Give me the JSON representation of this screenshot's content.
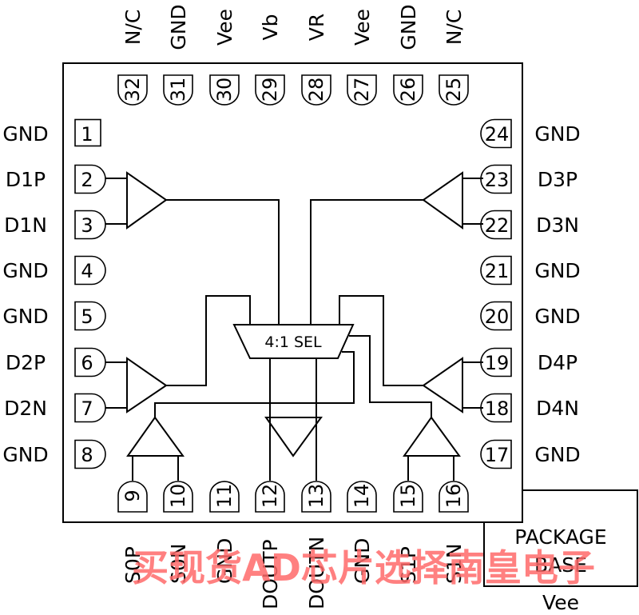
{
  "diagram": {
    "title": "32-pin 4:1 selector pin diagram",
    "mux_label": "4:1 SEL",
    "package_base": {
      "label_line1": "PACKAGE",
      "label_line2": "BASE",
      "net": "Vee"
    },
    "pins": {
      "left": [
        {
          "num": "1",
          "name": "GND"
        },
        {
          "num": "2",
          "name": "D1P"
        },
        {
          "num": "3",
          "name": "D1N"
        },
        {
          "num": "4",
          "name": "GND"
        },
        {
          "num": "5",
          "name": "GND"
        },
        {
          "num": "6",
          "name": "D2P"
        },
        {
          "num": "7",
          "name": "D2N"
        },
        {
          "num": "8",
          "name": "GND"
        }
      ],
      "bottom": [
        {
          "num": "9",
          "name": "S0P"
        },
        {
          "num": "10",
          "name": "S0N"
        },
        {
          "num": "11",
          "name": "GND"
        },
        {
          "num": "12",
          "name": "DOUTP"
        },
        {
          "num": "13",
          "name": "DOUTN"
        },
        {
          "num": "14",
          "name": "GND"
        },
        {
          "num": "15",
          "name": "S1P"
        },
        {
          "num": "16",
          "name": "S1N"
        }
      ],
      "right": [
        {
          "num": "17",
          "name": "GND"
        },
        {
          "num": "18",
          "name": "D4N"
        },
        {
          "num": "19",
          "name": "D4P"
        },
        {
          "num": "20",
          "name": "GND"
        },
        {
          "num": "21",
          "name": "GND"
        },
        {
          "num": "22",
          "name": "D3N"
        },
        {
          "num": "23",
          "name": "D3P"
        },
        {
          "num": "24",
          "name": "GND"
        }
      ],
      "top": [
        {
          "num": "25",
          "name": "N/C"
        },
        {
          "num": "26",
          "name": "GND"
        },
        {
          "num": "27",
          "name": "Vee"
        },
        {
          "num": "28",
          "name": "VR"
        },
        {
          "num": "29",
          "name": "Vb"
        },
        {
          "num": "30",
          "name": "Vee"
        },
        {
          "num": "31",
          "name": "GND"
        },
        {
          "num": "32",
          "name": "N/C"
        }
      ]
    },
    "watermark": "买现货AD芯片选择南皇电子",
    "colors": {
      "line": "#000000",
      "background": "#ffffff",
      "watermark": "#ff6a6a"
    }
  }
}
